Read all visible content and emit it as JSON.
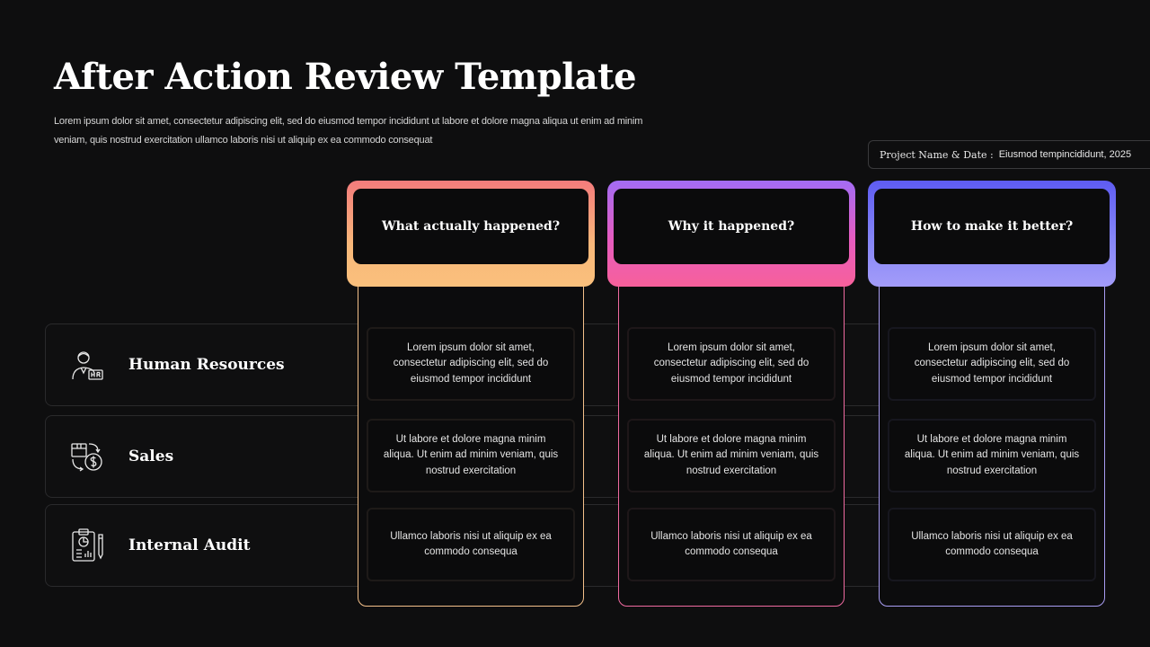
{
  "slide": {
    "title": "After Action Review Template",
    "subtitle": "Lorem ipsum dolor sit amet, consectetur adipiscing elit, sed do eiusmod tempor incididunt ut labore et dolore magna aliqua ut enim ad minim veniam, quis nostrud exercitation ullamco laboris nisi ut aliquip ex ea commodo consequat"
  },
  "project": {
    "label": "Project Name & Date :",
    "value": "Eiusmod tempincididunt, 2025"
  },
  "rows": [
    {
      "label": "Human Resources",
      "icon": "hr-person-icon"
    },
    {
      "label": "Sales",
      "icon": "sales-box-dollar-icon"
    },
    {
      "label": "Internal Audit",
      "icon": "audit-clipboard-icon"
    }
  ],
  "columns": [
    {
      "header": "What actually happened?",
      "cells": [
        "Lorem ipsum dolor sit amet, consectetur adipiscing elit, sed do eiusmod tempor incididunt",
        "Ut labore et dolore magna minim aliqua. Ut enim ad minim veniam, quis nostrud exercitation",
        "Ullamco laboris nisi ut aliquip ex ea commodo consequa"
      ]
    },
    {
      "header": "Why it happened?",
      "cells": [
        "Lorem ipsum dolor sit amet, consectetur adipiscing elit, sed do eiusmod tempor incididunt",
        "Ut labore et dolore magna minim aliqua. Ut enim ad minim veniam, quis nostrud exercitation",
        "Ullamco laboris nisi ut aliquip ex ea commodo consequa"
      ]
    },
    {
      "header": "How to make it better?",
      "cells": [
        "Lorem ipsum dolor sit amet, consectetur adipiscing elit, sed do eiusmod tempor incididunt",
        "Ut labore et dolore magna minim aliqua. Ut enim ad minim veniam, quis nostrud exercitation",
        "Ullamco laboris nisi ut aliquip ex ea commodo consequa"
      ]
    }
  ],
  "colors": {
    "background": "#0e0e0f",
    "col1_gradient": [
      "#f47c7c",
      "#fac07c"
    ],
    "col2_gradient": [
      "#a36cf4",
      "#f7609a"
    ],
    "col3_gradient": [
      "#5e5cf2",
      "#a39cf9"
    ]
  }
}
